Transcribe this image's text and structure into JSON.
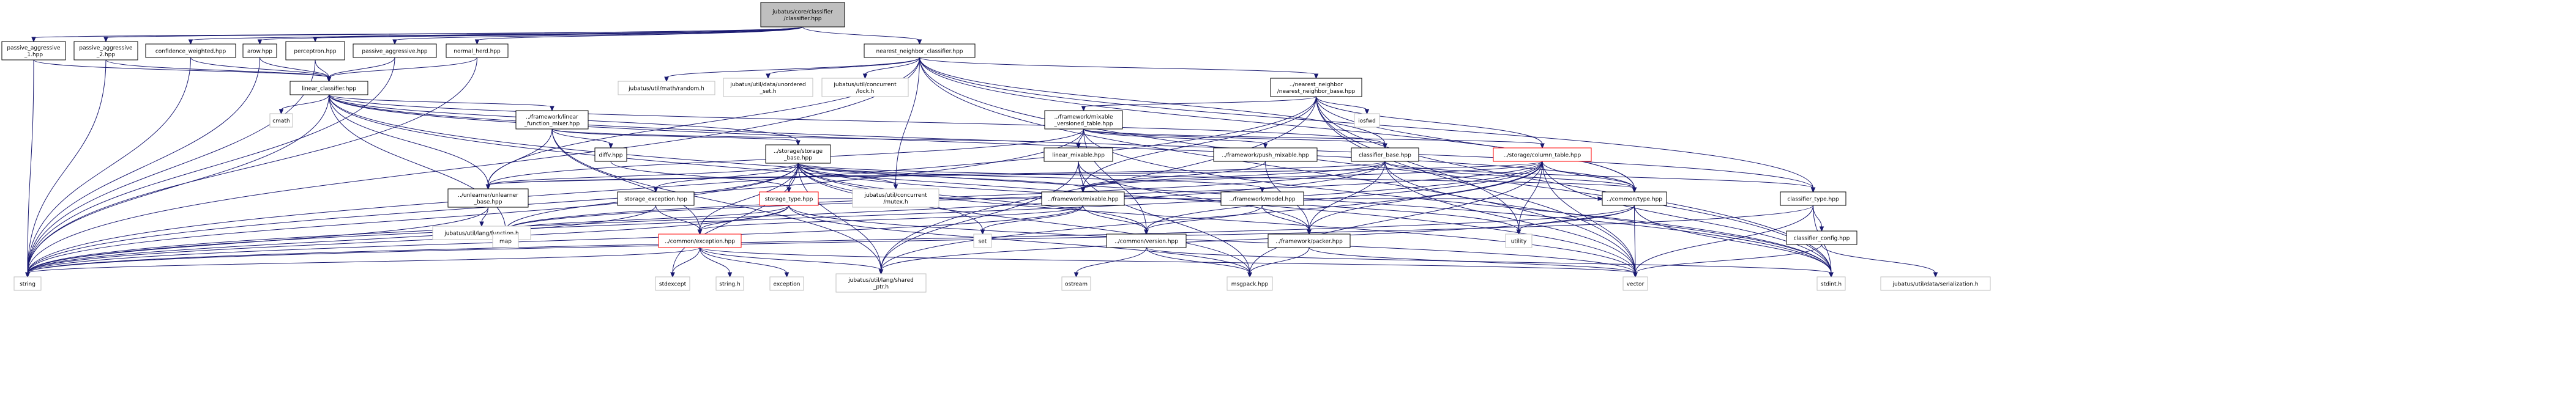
{
  "diagram": {
    "nodes": [
      {
        "id": "root",
        "lines": [
          "jubatus/core/classifier",
          "/classifier.hpp"
        ],
        "kind": "root"
      },
      {
        "id": "pa1",
        "lines": [
          "passive_aggressive",
          "_1.hpp"
        ],
        "kind": "file"
      },
      {
        "id": "pa2",
        "lines": [
          "passive_aggressive",
          "_2.hpp"
        ],
        "kind": "file"
      },
      {
        "id": "cw",
        "lines": [
          "confidence_weighted.hpp"
        ],
        "kind": "file"
      },
      {
        "id": "arow",
        "lines": [
          "arow.hpp"
        ],
        "kind": "file"
      },
      {
        "id": "perc",
        "lines": [
          "perceptron.hpp"
        ],
        "kind": "file"
      },
      {
        "id": "pa",
        "lines": [
          "passive_aggressive.hpp"
        ],
        "kind": "file"
      },
      {
        "id": "nh",
        "lines": [
          "normal_herd.hpp"
        ],
        "kind": "file"
      },
      {
        "id": "nnc",
        "lines": [
          "nearest_neighbor_classifier.hpp"
        ],
        "kind": "file"
      },
      {
        "id": "lc",
        "lines": [
          "linear_classifier.hpp"
        ],
        "kind": "file"
      },
      {
        "id": "random",
        "lines": [
          "jubatus/util/math/random.h"
        ],
        "kind": "external"
      },
      {
        "id": "unset",
        "lines": [
          "jubatus/util/data/unordered",
          "_set.h"
        ],
        "kind": "external"
      },
      {
        "id": "lock",
        "lines": [
          "jubatus/util/concurrent",
          "/lock.h"
        ],
        "kind": "external"
      },
      {
        "id": "nnb",
        "lines": [
          "../nearest_neighbor",
          "/nearest_neighbor_base.hpp"
        ],
        "kind": "file"
      },
      {
        "id": "cmath",
        "lines": [
          "cmath"
        ],
        "kind": "external"
      },
      {
        "id": "lfm",
        "lines": [
          "../framework/linear",
          "_function_mixer.hpp"
        ],
        "kind": "file"
      },
      {
        "id": "mvt",
        "lines": [
          "../framework/mixable",
          "_versioned_table.hpp"
        ],
        "kind": "file"
      },
      {
        "id": "iosfwd",
        "lines": [
          "iosfwd"
        ],
        "kind": "external"
      },
      {
        "id": "diffv",
        "lines": [
          "diffv.hpp"
        ],
        "kind": "file"
      },
      {
        "id": "ssb",
        "lines": [
          "../storage/storage",
          "_base.hpp"
        ],
        "kind": "file"
      },
      {
        "id": "linmix",
        "lines": [
          "linear_mixable.hpp"
        ],
        "kind": "file"
      },
      {
        "id": "pushmix",
        "lines": [
          "../framework/push_mixable.hpp"
        ],
        "kind": "file"
      },
      {
        "id": "cbase",
        "lines": [
          "classifier_base.hpp"
        ],
        "kind": "file"
      },
      {
        "id": "coltbl",
        "lines": [
          "../storage/column_table.hpp"
        ],
        "kind": "file",
        "warn": true
      },
      {
        "id": "ub",
        "lines": [
          "../unlearner/unlearner",
          "_base.hpp"
        ],
        "kind": "file"
      },
      {
        "id": "sexc",
        "lines": [
          "storage_exception.hpp"
        ],
        "kind": "file"
      },
      {
        "id": "stype",
        "lines": [
          "storage_type.hpp"
        ],
        "kind": "file",
        "warn": true
      },
      {
        "id": "mutex",
        "lines": [
          "jubatus/util/concurrent",
          "/mutex.h"
        ],
        "kind": "external"
      },
      {
        "id": "fmix",
        "lines": [
          "../framework/mixable.hpp"
        ],
        "kind": "file"
      },
      {
        "id": "fmodel",
        "lines": [
          "../framework/model.hpp"
        ],
        "kind": "file"
      },
      {
        "id": "ctype",
        "lines": [
          "../common/type.hpp"
        ],
        "kind": "file"
      },
      {
        "id": "clstype",
        "lines": [
          "classifier_type.hpp"
        ],
        "kind": "file"
      },
      {
        "id": "func",
        "lines": [
          "jubatus/util/lang/function.h"
        ],
        "kind": "external"
      },
      {
        "id": "map",
        "lines": [
          "map"
        ],
        "kind": "external"
      },
      {
        "id": "cexc",
        "lines": [
          "../common/exception.hpp"
        ],
        "kind": "file",
        "warn": true
      },
      {
        "id": "set",
        "lines": [
          "set"
        ],
        "kind": "external"
      },
      {
        "id": "cver",
        "lines": [
          "../common/version.hpp"
        ],
        "kind": "file"
      },
      {
        "id": "packer",
        "lines": [
          "../framework/packer.hpp"
        ],
        "kind": "file"
      },
      {
        "id": "utility",
        "lines": [
          "utility"
        ],
        "kind": "external"
      },
      {
        "id": "clscfg",
        "lines": [
          "classifier_config.hpp"
        ],
        "kind": "file"
      },
      {
        "id": "string",
        "lines": [
          "string"
        ],
        "kind": "external"
      },
      {
        "id": "stdexcept",
        "lines": [
          "stdexcept"
        ],
        "kind": "external"
      },
      {
        "id": "stringh",
        "lines": [
          "string.h"
        ],
        "kind": "external"
      },
      {
        "id": "exception",
        "lines": [
          "exception"
        ],
        "kind": "external"
      },
      {
        "id": "sptr",
        "lines": [
          "jubatus/util/lang/shared",
          "_ptr.h"
        ],
        "kind": "external"
      },
      {
        "id": "ostream",
        "lines": [
          "ostream"
        ],
        "kind": "external"
      },
      {
        "id": "msgpack",
        "lines": [
          "msgpack.hpp"
        ],
        "kind": "external"
      },
      {
        "id": "vector",
        "lines": [
          "vector"
        ],
        "kind": "external"
      },
      {
        "id": "stdint",
        "lines": [
          "stdint.h"
        ],
        "kind": "external"
      },
      {
        "id": "serial",
        "lines": [
          "jubatus/util/data/serialization.h"
        ],
        "kind": "external"
      }
    ],
    "edges": [
      [
        "root",
        "pa1"
      ],
      [
        "root",
        "pa2"
      ],
      [
        "root",
        "cw"
      ],
      [
        "root",
        "arow"
      ],
      [
        "root",
        "perc"
      ],
      [
        "root",
        "pa"
      ],
      [
        "root",
        "nh"
      ],
      [
        "root",
        "nnc"
      ],
      [
        "pa1",
        "lc"
      ],
      [
        "pa1",
        "string"
      ],
      [
        "pa2",
        "lc"
      ],
      [
        "pa2",
        "string"
      ],
      [
        "cw",
        "lc"
      ],
      [
        "cw",
        "string"
      ],
      [
        "arow",
        "lc"
      ],
      [
        "arow",
        "string"
      ],
      [
        "perc",
        "lc"
      ],
      [
        "perc",
        "string"
      ],
      [
        "pa",
        "lc"
      ],
      [
        "pa",
        "string"
      ],
      [
        "nh",
        "lc"
      ],
      [
        "nh",
        "string"
      ],
      [
        "nnc",
        "random"
      ],
      [
        "nnc",
        "unset"
      ],
      [
        "nnc",
        "lock"
      ],
      [
        "nnc",
        "nnb"
      ],
      [
        "nnc",
        "cbase"
      ],
      [
        "nnc",
        "ub"
      ],
      [
        "nnc",
        "mutex"
      ],
      [
        "nnc",
        "ctype"
      ],
      [
        "nnc",
        "clstype"
      ],
      [
        "nnc",
        "string"
      ],
      [
        "nnc",
        "vector"
      ],
      [
        "nnc",
        "stdint"
      ],
      [
        "lc",
        "cmath"
      ],
      [
        "lc",
        "lfm"
      ],
      [
        "lc",
        "ssb"
      ],
      [
        "lc",
        "cbase"
      ],
      [
        "lc",
        "ub"
      ],
      [
        "lc",
        "ctype"
      ],
      [
        "lc",
        "clstype"
      ],
      [
        "lc",
        "map"
      ],
      [
        "lc",
        "string"
      ],
      [
        "lc",
        "vector"
      ],
      [
        "lc",
        "stdint"
      ],
      [
        "nnb",
        "iosfwd"
      ],
      [
        "nnb",
        "mvt"
      ],
      [
        "nnb",
        "coltbl"
      ],
      [
        "nnb",
        "ctype"
      ],
      [
        "nnb",
        "fmix"
      ],
      [
        "nnb",
        "sptr"
      ],
      [
        "nnb",
        "vector"
      ],
      [
        "nnb",
        "stdint"
      ],
      [
        "nnb",
        "string"
      ],
      [
        "nnb",
        "utility"
      ],
      [
        "lfm",
        "diffv"
      ],
      [
        "lfm",
        "ssb"
      ],
      [
        "lfm",
        "linmix"
      ],
      [
        "lfm",
        "ub"
      ],
      [
        "lfm",
        "cexc"
      ],
      [
        "lfm",
        "sptr"
      ],
      [
        "mvt",
        "pushmix"
      ],
      [
        "mvt",
        "linmix"
      ],
      [
        "mvt",
        "cbase"
      ],
      [
        "mvt",
        "coltbl"
      ],
      [
        "mvt",
        "ub"
      ],
      [
        "mvt",
        "cver"
      ],
      [
        "mvt",
        "string"
      ],
      [
        "mvt",
        "stdint"
      ],
      [
        "diffv",
        "stype"
      ],
      [
        "ssb",
        "ub"
      ],
      [
        "ssb",
        "sexc"
      ],
      [
        "ssb",
        "stype"
      ],
      [
        "ssb",
        "mutex"
      ],
      [
        "ssb",
        "ctype"
      ],
      [
        "ssb",
        "fmix"
      ],
      [
        "ssb",
        "fmodel"
      ],
      [
        "ssb",
        "cexc"
      ],
      [
        "ssb",
        "cver"
      ],
      [
        "ssb",
        "map"
      ],
      [
        "ssb",
        "set"
      ],
      [
        "ssb",
        "string"
      ],
      [
        "ssb",
        "stdexcept"
      ],
      [
        "ssb",
        "sptr"
      ],
      [
        "ssb",
        "vector"
      ],
      [
        "ssb",
        "msgpack"
      ],
      [
        "ssb",
        "utility"
      ],
      [
        "linmix",
        "fmix"
      ],
      [
        "linmix",
        "packer"
      ],
      [
        "linmix",
        "sptr"
      ],
      [
        "linmix",
        "msgpack"
      ],
      [
        "pushmix",
        "fmix"
      ],
      [
        "pushmix",
        "packer"
      ],
      [
        "cbase",
        "fmix"
      ],
      [
        "cbase",
        "ctype"
      ],
      [
        "cbase",
        "clstype"
      ],
      [
        "cbase",
        "packer"
      ],
      [
        "cbase",
        "string"
      ],
      [
        "cbase",
        "vector"
      ],
      [
        "cbase",
        "map"
      ],
      [
        "cbase",
        "stdint"
      ],
      [
        "cbase",
        "ub"
      ],
      [
        "coltbl",
        "ub"
      ],
      [
        "coltbl",
        "fmix"
      ],
      [
        "coltbl",
        "ctype"
      ],
      [
        "coltbl",
        "cver"
      ],
      [
        "coltbl",
        "packer"
      ],
      [
        "coltbl",
        "map"
      ],
      [
        "coltbl",
        "vector"
      ],
      [
        "coltbl",
        "string"
      ],
      [
        "coltbl",
        "utility"
      ],
      [
        "coltbl",
        "stdint"
      ],
      [
        "coltbl",
        "msgpack"
      ],
      [
        "coltbl",
        "sptr"
      ],
      [
        "ub",
        "func"
      ],
      [
        "ub",
        "string"
      ],
      [
        "sexc",
        "cexc"
      ],
      [
        "sexc",
        "string"
      ],
      [
        "stype",
        "cexc"
      ],
      [
        "stype",
        "ctype"
      ],
      [
        "stype",
        "map"
      ],
      [
        "stype",
        "vector"
      ],
      [
        "stype",
        "msgpack"
      ],
      [
        "stype",
        "string"
      ],
      [
        "fmix",
        "cver"
      ],
      [
        "fmix",
        "cexc"
      ],
      [
        "fmix",
        "string"
      ],
      [
        "fmix",
        "set"
      ],
      [
        "fmodel",
        "cver"
      ],
      [
        "fmodel",
        "packer"
      ],
      [
        "ctype",
        "string"
      ],
      [
        "ctype",
        "vector"
      ],
      [
        "ctype",
        "utility"
      ],
      [
        "ctype",
        "stdint"
      ],
      [
        "ctype",
        "sptr"
      ],
      [
        "clstype",
        "clscfg"
      ],
      [
        "clstype",
        "string"
      ],
      [
        "clstype",
        "vector"
      ],
      [
        "clstype",
        "stdint"
      ],
      [
        "cexc",
        "string"
      ],
      [
        "cexc",
        "stdexcept"
      ],
      [
        "cexc",
        "stringh"
      ],
      [
        "cexc",
        "exception"
      ],
      [
        "cexc",
        "sptr"
      ],
      [
        "cexc",
        "vector"
      ],
      [
        "cver",
        "ostream"
      ],
      [
        "cver",
        "msgpack"
      ],
      [
        "cver",
        "stdint"
      ],
      [
        "packer",
        "msgpack"
      ],
      [
        "packer",
        "vector"
      ],
      [
        "clscfg",
        "serial"
      ],
      [
        "clscfg",
        "vector"
      ]
    ]
  },
  "colors": {
    "root_fill": "#bfbfbf",
    "file_fill": "#ffffff",
    "file_stroke": "#000000",
    "external_stroke": "#bfbfbf",
    "warn_stroke": "#ff0000",
    "edge": "#191970"
  }
}
